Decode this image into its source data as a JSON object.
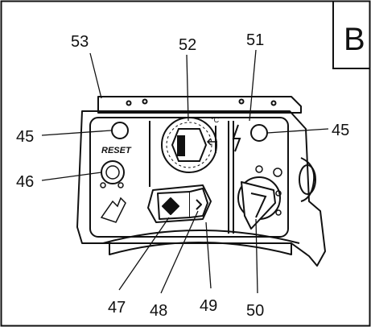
{
  "badge": {
    "letter": "B"
  },
  "panel": {
    "reset_label": "RESET",
    "thermostat_unit": "°C"
  },
  "callouts": [
    {
      "id": "53",
      "label": "53",
      "part": "panel-housing-edge"
    },
    {
      "id": "52",
      "label": "52",
      "part": "thermostat-knob"
    },
    {
      "id": "51",
      "label": "51",
      "part": "power-symbol"
    },
    {
      "id": "45-left",
      "label": "45",
      "part": "pilot-lamp-left"
    },
    {
      "id": "45-right",
      "label": "45",
      "part": "pilot-lamp-right"
    },
    {
      "id": "46",
      "label": "46",
      "part": "reset-button"
    },
    {
      "id": "47",
      "label": "47",
      "part": "flap-housing"
    },
    {
      "id": "48",
      "label": "48",
      "part": "flap-latch"
    },
    {
      "id": "49",
      "label": "49",
      "part": "panel-recess"
    },
    {
      "id": "50",
      "label": "50",
      "part": "selector-switch"
    }
  ]
}
